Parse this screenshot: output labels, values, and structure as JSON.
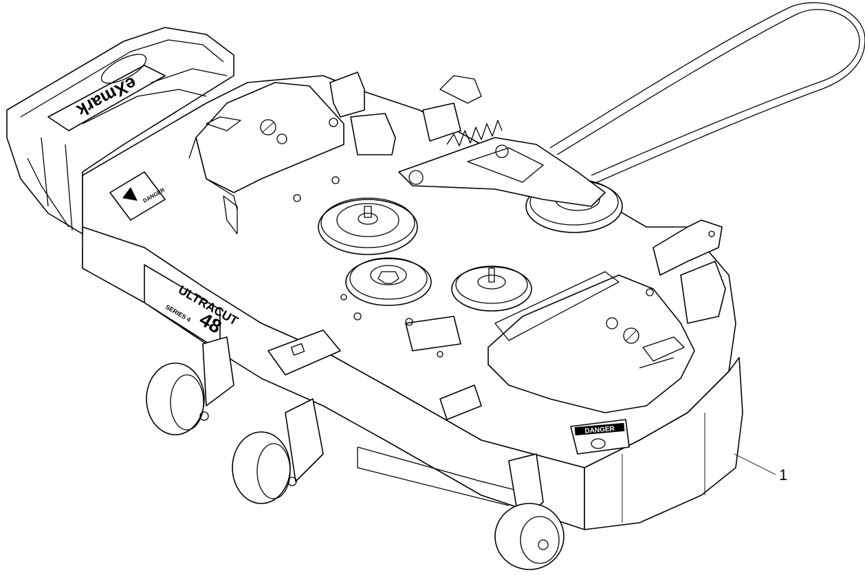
{
  "callouts": [
    {
      "number": "1"
    }
  ],
  "decals": {
    "brand_logo": "eXmark",
    "model_badge": "ULTRACUT",
    "model_size": "48",
    "model_series": "SERIES 4",
    "danger_front": "DANGER",
    "danger_side": "DANGER"
  },
  "colors": {
    "line": "#000000",
    "background": "#ffffff"
  }
}
